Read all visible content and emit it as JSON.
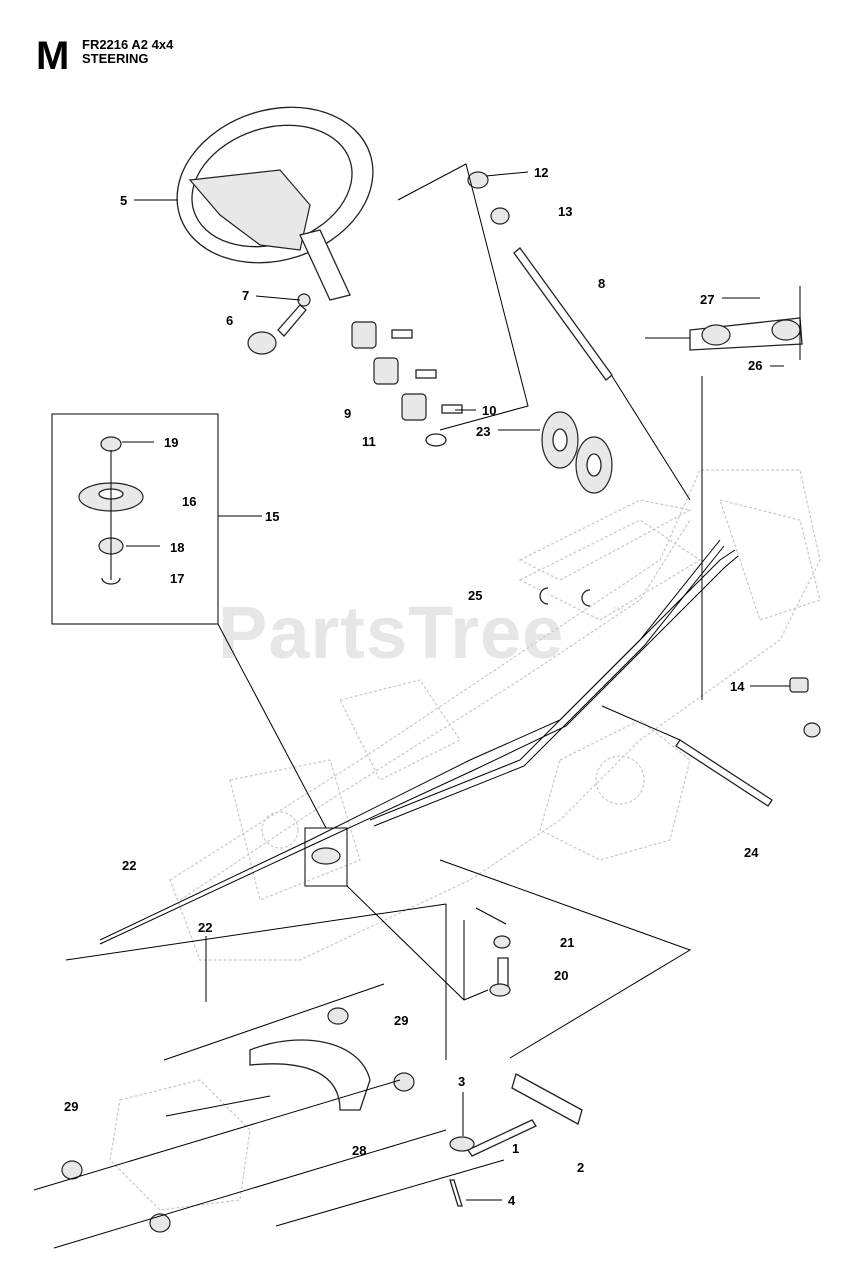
{
  "header": {
    "section_letter": "M",
    "model": "FR2216 A2 4x4",
    "title": "STEERING"
  },
  "watermark": {
    "text": "PartsTree",
    "trademark": "™"
  },
  "callouts": {
    "c1": "1",
    "c2": "2",
    "c3": "3",
    "c4": "4",
    "c5": "5",
    "c6": "6",
    "c7": "7",
    "c8": "8",
    "c9": "9",
    "c10": "10",
    "c11": "11",
    "c12": "12",
    "c13": "13",
    "c14": "14",
    "c15": "15",
    "c16": "16",
    "c17": "17",
    "c18": "18",
    "c19": "19",
    "c20": "20",
    "c21": "21",
    "c22a": "22",
    "c22b": "22",
    "c23": "23",
    "c24": "24",
    "c25": "25",
    "c26": "26",
    "c27": "27",
    "c28": "28",
    "c29a": "29",
    "c29b": "29"
  }
}
